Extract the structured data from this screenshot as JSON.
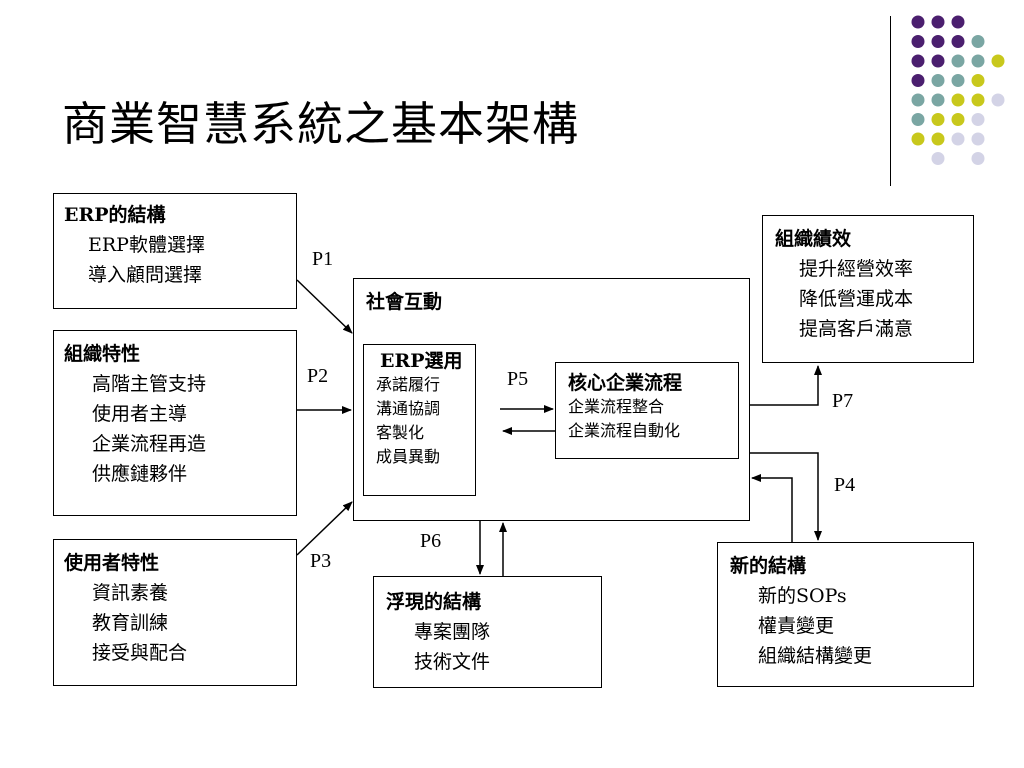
{
  "title": "商業智慧系統之基本架構",
  "colors": {
    "dot_purple": "#4b1f6f",
    "dot_teal": "#7aa6a3",
    "dot_yellow": "#c8c81c",
    "dot_lavender": "#d3d3e6"
  },
  "boxes": {
    "erp_structure": {
      "title": "ERP的結構",
      "items": [
        "ERP軟體選擇",
        "導入顧問選擇"
      ]
    },
    "org_traits": {
      "title": "組織特性",
      "items": [
        "高階主管支持",
        "使用者主導",
        "企業流程再造",
        "供應鏈夥伴"
      ]
    },
    "user_traits": {
      "title": "使用者特性",
      "items": [
        "資訊素養",
        "教育訓練",
        "接受與配合"
      ]
    },
    "social_interaction": {
      "title": "社會互動"
    },
    "erp_choice": {
      "title": "ERP選用",
      "items": [
        "承諾履行",
        "溝通協調",
        "客製化",
        "成員異動"
      ]
    },
    "core_process": {
      "title": "核心企業流程",
      "items": [
        "企業流程整合",
        "企業流程自動化"
      ]
    },
    "org_performance": {
      "title": "組織績效",
      "items": [
        "提升經營效率",
        "降低營運成本",
        "提高客戶滿意"
      ]
    },
    "emergent_structure": {
      "title": "浮現的結構",
      "items": [
        "專案團隊",
        "技術文件"
      ]
    },
    "new_structure": {
      "title": "新的結構",
      "items": [
        "新的SOPs",
        "權責變更",
        "組織結構變更"
      ]
    }
  },
  "paths": [
    "P1",
    "P2",
    "P3",
    "P4",
    "P5",
    "P6",
    "P7"
  ]
}
